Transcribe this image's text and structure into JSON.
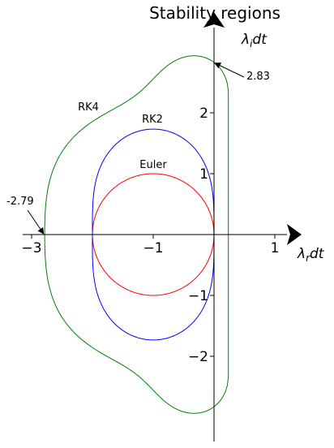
{
  "chart_data": {
    "type": "line",
    "title": "Stability regions",
    "xlabel": "λ_r dt",
    "ylabel": "λ_i dt",
    "xlabel_parts": {
      "main": "λ",
      "sub": "r",
      "rest": "dt"
    },
    "ylabel_parts": {
      "main": "λ",
      "sub": "i",
      "rest": "dt"
    },
    "xlim": [
      -3.15,
      1.2
    ],
    "ylim": [
      -3.4,
      3.4
    ],
    "x_ticks": [
      {
        "value": -3,
        "label": "−3"
      },
      {
        "value": -1,
        "label": "−1"
      },
      {
        "value": 1,
        "label": "1"
      }
    ],
    "y_ticks": [
      {
        "value": 2,
        "label": "2"
      },
      {
        "value": 1,
        "label": "1"
      },
      {
        "value": -1,
        "label": "−1"
      },
      {
        "value": -2,
        "label": "−2"
      }
    ],
    "grid": false,
    "legend": "none",
    "series": [
      {
        "name": "Euler",
        "color": "#ff0000",
        "method": "euler"
      },
      {
        "name": "RK2",
        "color": "#0000ff",
        "method": "rk2"
      },
      {
        "name": "RK4",
        "color": "#008000",
        "method": "rk4"
      }
    ],
    "annotations": [
      {
        "text": "2.83",
        "x": 0,
        "y": 2.83
      },
      {
        "text": "-2.79",
        "x": -2.79,
        "y": 0
      }
    ]
  }
}
